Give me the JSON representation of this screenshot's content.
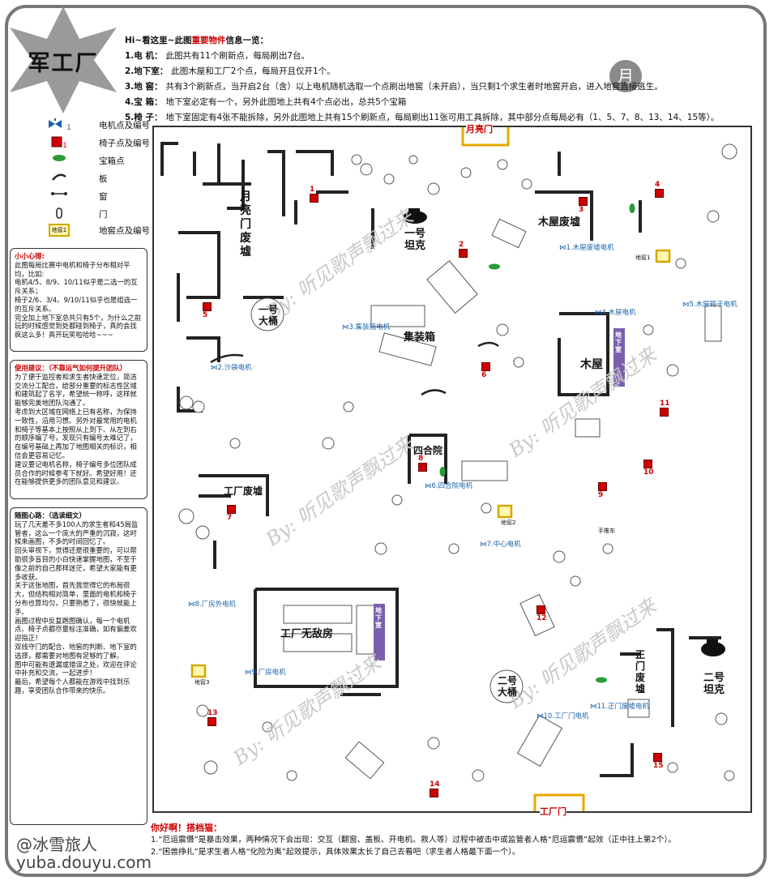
{
  "map_title": "军工厂",
  "moon_symbol": "月",
  "info": {
    "title_prefix": "Hi~看这里~此图",
    "title_highlight": "重要物件",
    "title_suffix": "信息一览：",
    "items": [
      {
        "label": "1.电  机：",
        "text": "此图共有11个刷新点，每局刷出7台。"
      },
      {
        "label": "2.地下室：",
        "text": "此图木屋和工厂2个点，每局开且仅开1个。"
      },
      {
        "label": "3.地  窖：",
        "text": "共有3个刷新点，当开启2台（含）以上电机随机选取一个点刷出地窖（未开启），当只剩1个求生者时地窖开启，进入地窖直接逃生。"
      },
      {
        "label": "4.宝  箱：",
        "text": "地下室必定有一个，另外此图地上共有4个点必出，总共5个宝箱"
      },
      {
        "label": "5.椅  子：",
        "text": "地下室固定有4张不能拆除，另外此图地上共有15个刷新点，每局刷出11张可用工具拆除，其中部分点每局必有（1、5、7、8、13、14、15等）。"
      }
    ]
  },
  "legend": [
    {
      "icon": "generator-icon",
      "num": "1",
      "text": "电机点及编号"
    },
    {
      "icon": "chair-icon",
      "num": "1",
      "text": "椅子点及编号"
    },
    {
      "icon": "chest-icon",
      "num": "",
      "text": "宝箱点"
    },
    {
      "icon": "board-icon",
      "num": "",
      "text": "板"
    },
    {
      "icon": "window-icon",
      "num": "",
      "text": "窗"
    },
    {
      "icon": "door-icon",
      "num": "",
      "text": "门"
    },
    {
      "icon": "hatch-icon",
      "num": "地窖1",
      "text": "地窖点及编号"
    }
  ],
  "tips_panel": {
    "heading": "小小心得:",
    "lines": [
      "此图每局比赛中电机和椅子分布相对平均，比如:",
      "电机4/5、8/9、10/11似乎是二选一的互斥关系；",
      "椅子2/6、3/4、9/10/11似乎也是组选一的互斥关系。",
      "完全加上地下室总共只有5个，为什么之前玩的时候感觉到处都碰到椅子，真的会找疯这么多！真开玩笑啦哈哈~~~"
    ]
  },
  "usage_panel": {
    "heading": "使用建议：（不靠运气如何提升团队）",
    "lines": [
      "为了便于监控者和求生者快速定位，简洁交流分工配合，给部分重要的标志性区域和建筑起了名字，希望统一称呼，这样就能够完美地团队沟通了。",
      "考虑到大区域在网络上已有名称，为保持一致性，沿用习惯。另外对最常用的电机和椅子等基本上按照从上到下、从左到右的顺序编了号，发现只有编号太难记了，在编号基础上再加了地图相关的标识，相信会更容易记忆。",
      "建议要记电机名称，椅子编号多位团队成员合作的时候参考下就好。希望好用！还在能够提供更多的团队意见和建议。"
    ]
  },
  "story_panel": {
    "heading": "随图心路：（选读细文）",
    "lines": [
      "玩了几天差不多100人的求生者和45局监管者，这么一个庞大的严重的沉寂，这时候来画图，不多的时间回忆了。",
      "回头审视下，觉得还是很重要的，可以帮助很多盲目的小白快速掌握地图，不至于像之前的自己那样迷茫，希望大家能有更多收获。",
      "关于这张地图，首先我觉得它的布局很大，但结构相对简单，里面的电机和椅子分布也算均匀，只要熟悉了，很快就能上手。",
      "画图过程中反复跑图确认，每一个电机点、椅子点都尽量标注准确，如有偏差欢迎指正！",
      "双线守门的配合、地窖的判断、地下室的选择，都需要对地图有足够的了解。",
      "图中可能有遗漏或错误之处，欢迎在评论中补充和交流，一起进步！",
      "最后，希望每个人都能在游戏中找到乐趣，享受团队合作带来的快乐。"
    ]
  },
  "bottom": {
    "heading": "你好啊！搭档猫：",
    "lines": [
      "1.“厄运震慑”是暴击效果，两种情况下会出现：交互（翻窗、盖板、开电机、救人等）过程中被击中或监管者人格“厄运震慑”起效（正中往上第2个）。",
      "2.“困兽挣扎”是求生者人格“化险为夷”起效提示，具体效果太长了自己去看吧（求生者人格最下面一个）。"
    ]
  },
  "corner_watermark": [
    "@冰雪旅人",
    "yuba.douyu.com"
  ],
  "map_watermark": "By: 听见歌声飘过来",
  "areas": {
    "moon_gate": "月亮门",
    "factory_gate": "工厂门",
    "moon_ruins": "月亮门废墟",
    "barrel_one": "一号大桶",
    "tank_one": "一号坦克",
    "container": "集装箱",
    "cabin_ruins": "木屋废墟",
    "cabin": "木屋",
    "courtyard": "四合院",
    "factory_ruins": "工厂废墟",
    "factory_house": "工厂无敌房",
    "barrel_two": "二号大桶",
    "front_ruins": "正门废墟",
    "tank_two": "二号坦克",
    "basement": "地下室",
    "hand_lever": "手推车"
  },
  "generators": [
    {
      "id": "1",
      "label": "1.木屋废墟电机"
    },
    {
      "id": "2",
      "label": "2.沙袋电机"
    },
    {
      "id": "3",
      "label": "3.集装箱电机"
    },
    {
      "id": "4",
      "label": "4.木屋电机"
    },
    {
      "id": "5",
      "label": "5.木屋箱子电机"
    },
    {
      "id": "6",
      "label": "6.四合院电机"
    },
    {
      "id": "7",
      "label": "7.中心电机"
    },
    {
      "id": "8",
      "label": "8.厂房外电机"
    },
    {
      "id": "9",
      "label": "9.厂房电机"
    },
    {
      "id": "10",
      "label": "10.工厂门电机"
    },
    {
      "id": "11",
      "label": "11.正门废墟电机"
    }
  ],
  "chairs": [
    "1",
    "2",
    "3",
    "4",
    "5",
    "6",
    "7",
    "8",
    "9",
    "10",
    "11",
    "12",
    "13",
    "14",
    "15"
  ],
  "hatches": [
    "地窖1",
    "地窖2",
    "地窖3"
  ]
}
